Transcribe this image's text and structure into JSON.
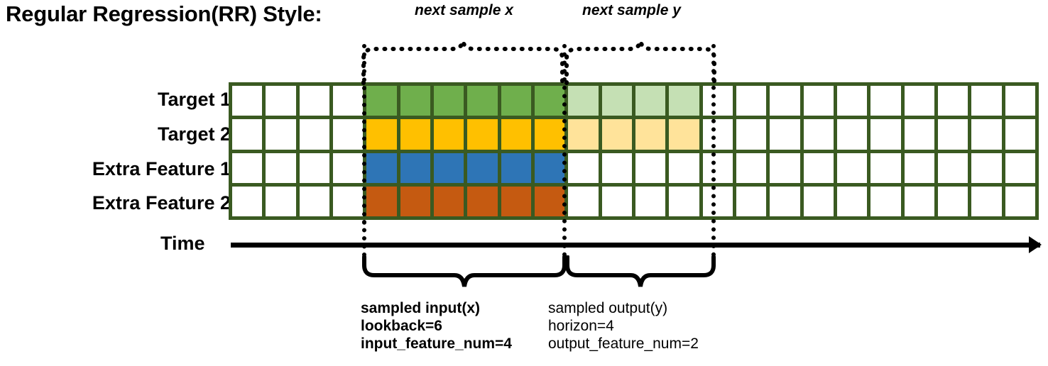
{
  "title": "Regular Regression(RR) Style:",
  "axis": {
    "time_label": "Time"
  },
  "rows": [
    {
      "label": "Target 1",
      "dark_color": "#6FAF4C",
      "light_color": "#C5E0B4"
    },
    {
      "label": "Target 2",
      "dark_color": "#FFC000",
      "light_color": "#FFE39A"
    },
    {
      "label": "Extra Feature 1",
      "dark_color": "#2E75B6",
      "light_color": null
    },
    {
      "label": "Extra Feature 2",
      "dark_color": "#C55A11",
      "light_color": null
    }
  ],
  "grid": {
    "total_columns": 24,
    "leading_blank_columns": 4,
    "input_columns": 6,
    "output_columns": 4,
    "border_color": "#3A5A21",
    "empty_cell_color": "#FFFFFF"
  },
  "top_braces": [
    {
      "label": "next sample x"
    },
    {
      "label": "next sample y"
    }
  ],
  "bottom_braces": [
    {
      "line1": "sampled input(x)",
      "line2": "lookback=6",
      "line3": "input_feature_num=4"
    },
    {
      "line1": "sampled output(y)",
      "line2": "horizon=4",
      "line3": "output_feature_num=2"
    }
  ],
  "chart_data": {
    "type": "heatmap",
    "title": "Regular Regression(RR) Style:",
    "categories": [
      "Target 1",
      "Target 2",
      "Extra Feature 1",
      "Extra Feature 2"
    ],
    "x": "time steps (24 columns)",
    "annotations": [
      "next sample x",
      "next sample y",
      "sampled input(x) lookback=6 input_feature_num=4",
      "sampled output(y) horizon=4 output_feature_num=2"
    ],
    "lookback": 6,
    "horizon": 4,
    "input_feature_num": 4,
    "output_feature_num": 2
  }
}
